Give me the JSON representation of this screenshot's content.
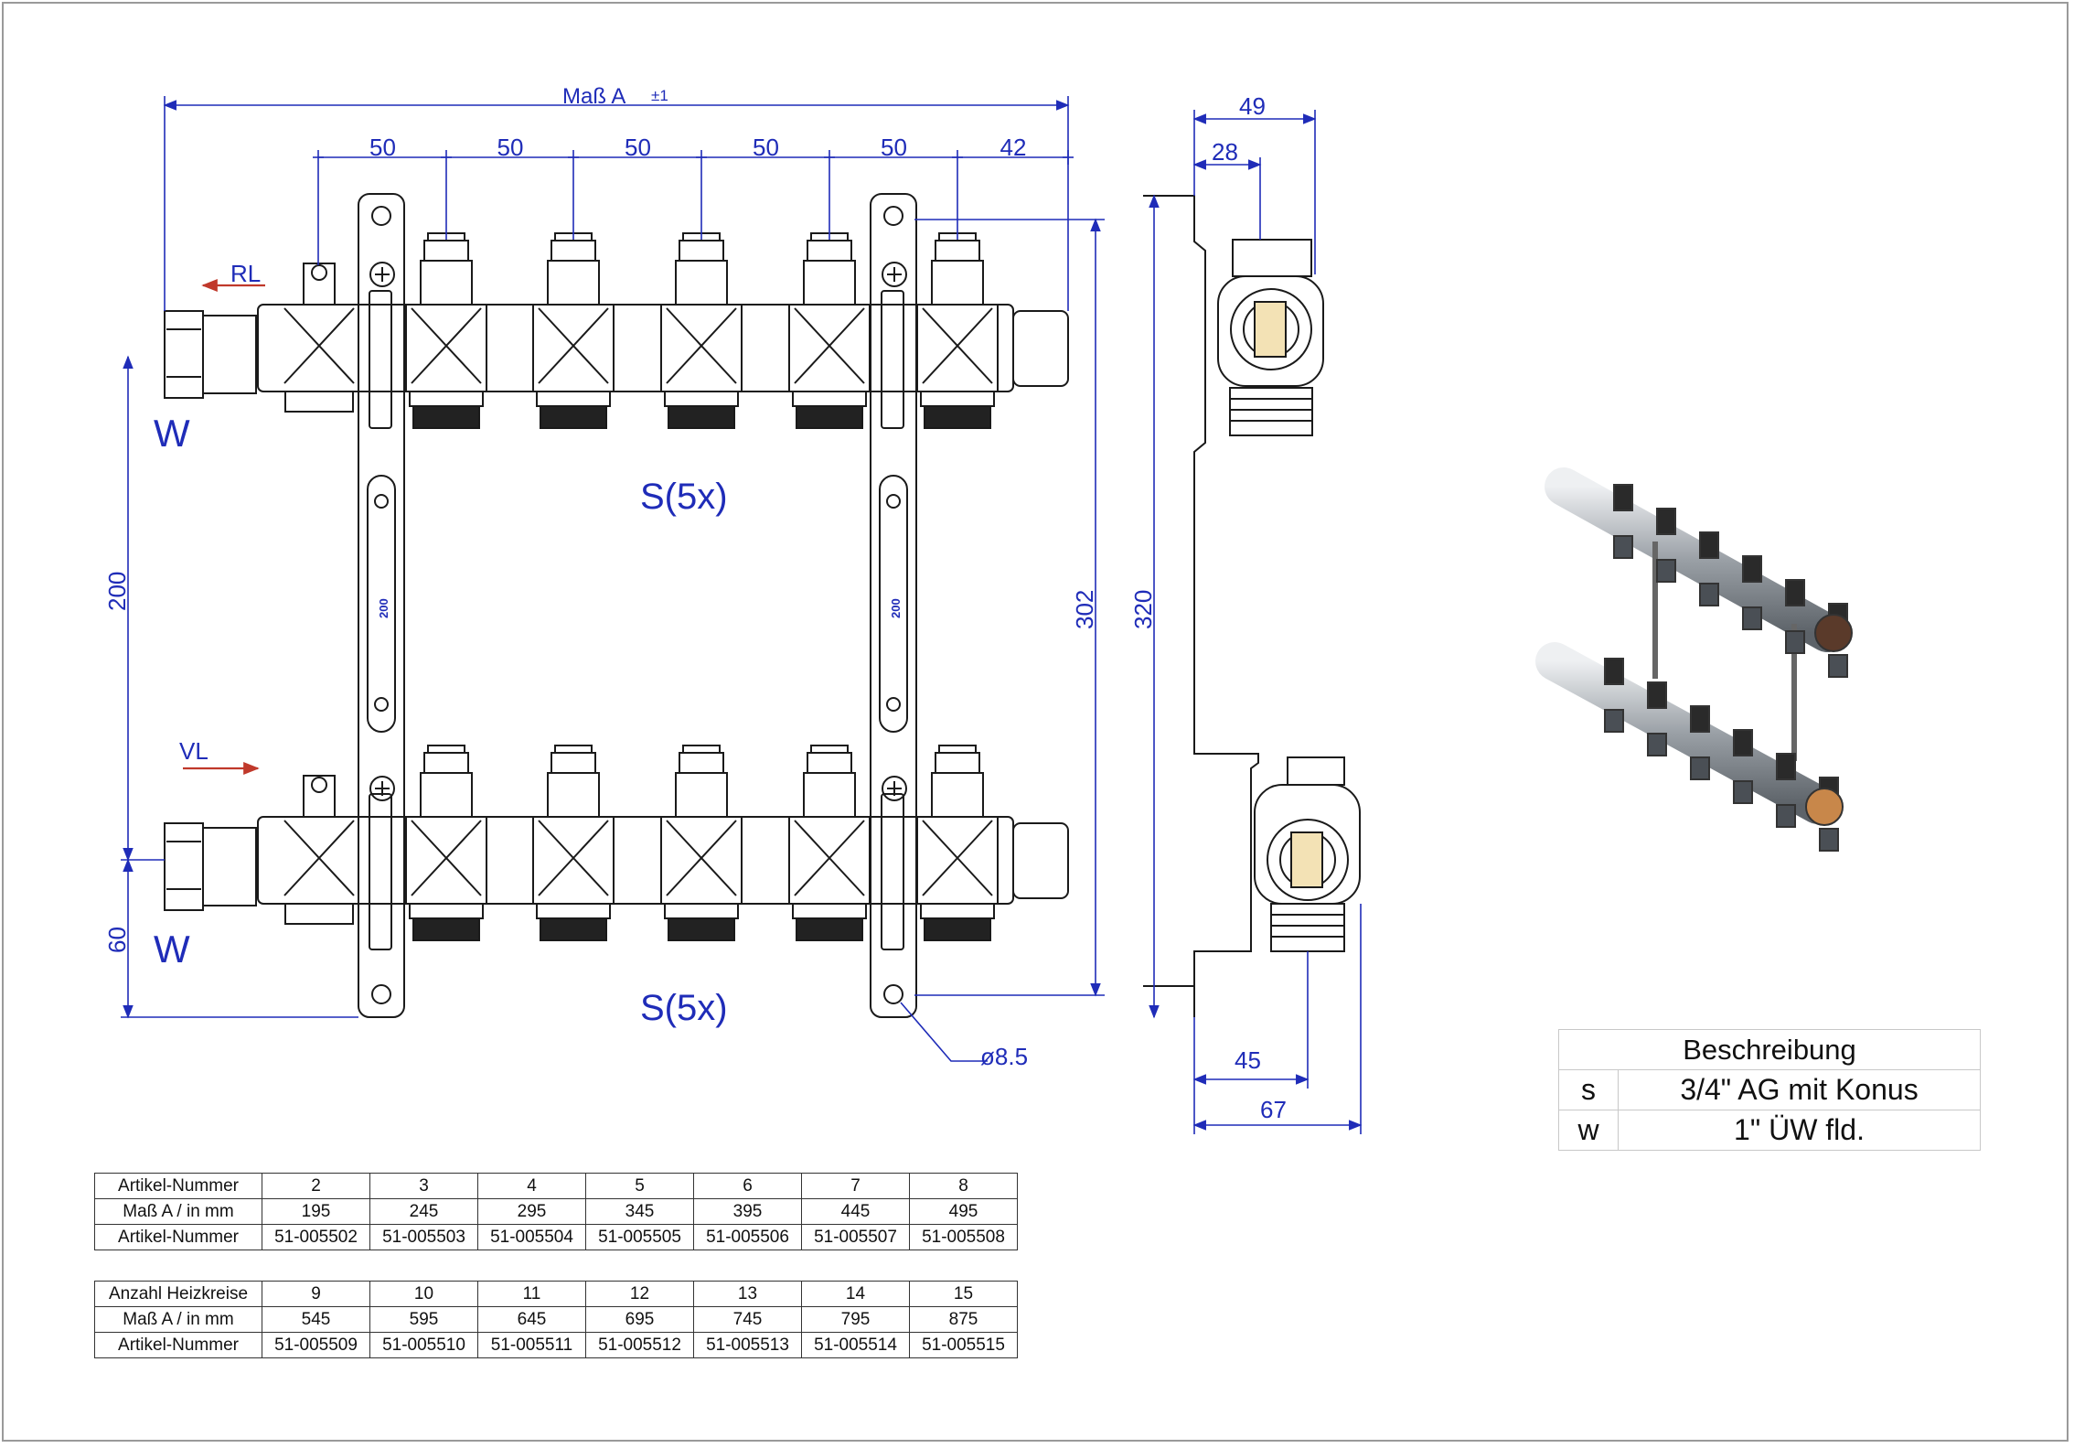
{
  "drawing": {
    "dim_mass_a": "Maß A",
    "dim_tolerance": "±1",
    "spacing_dims": [
      "50",
      "50",
      "50",
      "50",
      "50",
      "42"
    ],
    "dim_left_200": "200",
    "dim_left_60": "60",
    "dim_302": "302",
    "dim_320": "320",
    "dim_49": "49",
    "dim_28": "28",
    "dim_45": "45",
    "dim_67": "67",
    "dim_hole": "ø8.5",
    "rail_label": "200",
    "label_rl": "RL",
    "label_vl": "VL",
    "label_w": "W",
    "label_s": "S(5x)",
    "colors": {
      "dimension": "#1f2cb8",
      "outline": "#1a1a1a",
      "arrow": "#c0392b"
    }
  },
  "table1": {
    "rows": [
      {
        "header": "Artikel-Nummer",
        "cells": [
          "2",
          "3",
          "4",
          "5",
          "6",
          "7",
          "8"
        ]
      },
      {
        "header": "Maß A / in mm",
        "cells": [
          "195",
          "245",
          "295",
          "345",
          "395",
          "445",
          "495"
        ]
      },
      {
        "header": "Artikel-Nummer",
        "cells": [
          "51-005502",
          "51-005503",
          "51-005504",
          "51-005505",
          "51-005506",
          "51-005507",
          "51-005508"
        ]
      }
    ]
  },
  "table2": {
    "rows": [
      {
        "header": "Anzahl Heizkreise",
        "cells": [
          "9",
          "10",
          "11",
          "12",
          "13",
          "14",
          "15"
        ]
      },
      {
        "header": "Maß A / in mm",
        "cells": [
          "545",
          "595",
          "645",
          "695",
          "745",
          "795",
          "875"
        ]
      },
      {
        "header": "Artikel-Nummer",
        "cells": [
          "51-005509",
          "51-005510",
          "51-005511",
          "51-005512",
          "51-005513",
          "51-005514",
          "51-005515"
        ]
      }
    ]
  },
  "description": {
    "title": "Beschreibung",
    "rows": [
      {
        "key": "s",
        "value": "3/4\" AG mit Konus"
      },
      {
        "key": "w",
        "value": "1\" ÜW fld."
      }
    ]
  }
}
